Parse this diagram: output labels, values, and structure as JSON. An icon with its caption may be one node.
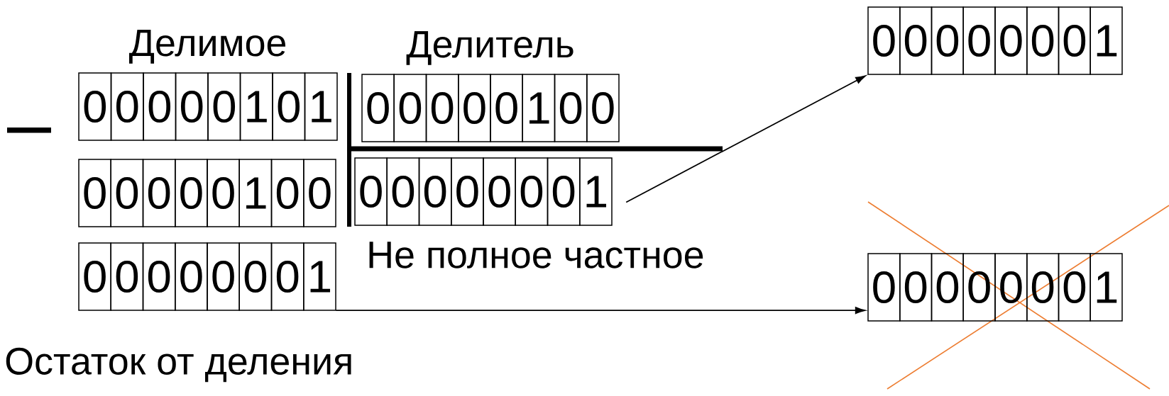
{
  "diagram": {
    "nodes": [
      {
        "text": [
          "Делимое",
          "0",
          "0",
          "0",
          "0",
          "0",
          "1",
          "0",
          "1"
        ]
      },
      {
        "text": [
          "Делитель",
          "0",
          "0",
          "0",
          "0",
          "0",
          "1",
          "0",
          "0"
        ]
      },
      {
        "text": [
          "0",
          "0",
          "0",
          "0",
          "0",
          "1",
          "0",
          "0"
        ]
      },
      {
        "text": [
          "0",
          "0",
          "0",
          "0",
          "0",
          "0",
          "0",
          "1"
        ],
        "beside": [
          "Не полное частное"
        ]
      },
      {
        "text": [
          "0",
          "0",
          "0",
          "0",
          "0",
          "0",
          "0",
          "1"
        ],
        "beside": [
          "Остаток от деления"
        ]
      },
      {
        "text": [
          "0",
          "0",
          "0",
          "0",
          "0",
          "0",
          "0",
          "1"
        ]
      },
      {
        "text": [
          "0",
          "0",
          "0",
          "0",
          "0",
          "0",
          "0",
          "1"
        ]
      }
    ],
    "edges": [
      {
        "from": 3,
        "to": 5,
        "arrow": "to"
      },
      {
        "from": 4,
        "to": 6,
        "arrow": "to"
      }
    ],
    "labels": [
      "–"
    ]
  }
}
